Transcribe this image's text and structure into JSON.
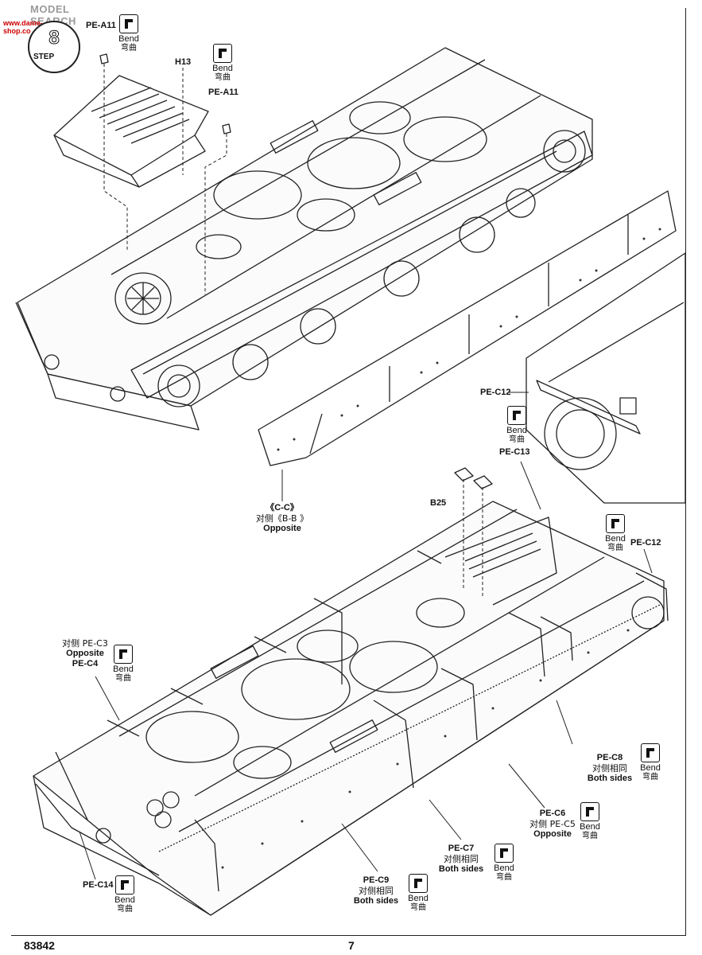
{
  "watermark": {
    "line1": "MODEL SEARCH",
    "line2": "www.dame-shop.co"
  },
  "step": {
    "word": "STEP",
    "number": "8"
  },
  "footer": {
    "kit_number": "83842",
    "page_number": "7"
  },
  "bend": {
    "en": "Bend",
    "cn": "弯曲"
  },
  "callouts": {
    "pe_a11_top": "PE-A11",
    "h13": "H13",
    "pe_a11_mid": "PE-A11",
    "cc": "《C-C》",
    "cc_opposite_cn": "对侧《B-B 》",
    "cc_opposite_en": "Opposite",
    "pe_c12_inset": "PE-C12",
    "pe_c13": "PE-C13",
    "b25": "B25",
    "pe_c12_right": "PE-C12",
    "pe_c3_cn": "对侧 PE-C3",
    "pe_c3_en": "Opposite",
    "pe_c4": "PE-C4",
    "pe_c8": "PE-C8",
    "pe_c8_cn": "对侧相同",
    "pe_c8_en": "Both sides",
    "pe_c6": "PE-C6",
    "pe_c5_cn": "对侧 PE-C5",
    "pe_c5_en": "Opposite",
    "pe_c7": "PE-C7",
    "pe_c7_cn": "对侧相同",
    "pe_c7_en": "Both sides",
    "pe_c9": "PE-C9",
    "pe_c9_cn": "对侧相同",
    "pe_c9_en": "Both sides",
    "pe_c14": "PE-C14"
  }
}
